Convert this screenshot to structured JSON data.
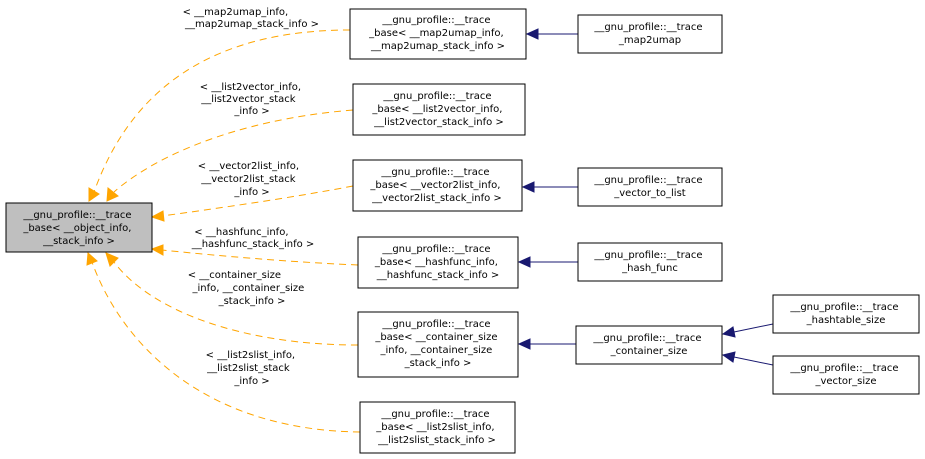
{
  "colors": {
    "root_fill": "#bfbfbf",
    "inherit_edge": "#191970",
    "template_edge": "#ffa500"
  },
  "nodes": {
    "root": {
      "lines": [
        "__gnu_profile::__trace",
        "_base< __object_info,",
        "__stack_info >"
      ]
    },
    "map2umap_base": {
      "lines": [
        "__gnu_profile::__trace",
        "_base< __map2umap_info,",
        "__map2umap_stack_info >"
      ]
    },
    "map2umap": {
      "lines": [
        "__gnu_profile::__trace",
        "_map2umap"
      ]
    },
    "list2vector_base": {
      "lines": [
        "__gnu_profile::__trace",
        "_base< __list2vector_info,",
        "__list2vector_stack_info >"
      ]
    },
    "vector2list_base": {
      "lines": [
        "__gnu_profile::__trace",
        "_base< __vector2list_info,",
        "__vector2list_stack_info >"
      ]
    },
    "vector_to_list": {
      "lines": [
        "__gnu_profile::__trace",
        "_vector_to_list"
      ]
    },
    "hashfunc_base": {
      "lines": [
        "__gnu_profile::__trace",
        "_base< __hashfunc_info,",
        "__hashfunc_stack_info >"
      ]
    },
    "hash_func": {
      "lines": [
        "__gnu_profile::__trace",
        "_hash_func"
      ]
    },
    "container_size_base": {
      "lines": [
        "__gnu_profile::__trace",
        "_base< __container_size",
        "_info, __container_size",
        "_stack_info >"
      ]
    },
    "container_size": {
      "lines": [
        "__gnu_profile::__trace",
        "_container_size"
      ]
    },
    "hashtable_size": {
      "lines": [
        "__gnu_profile::__trace",
        "_hashtable_size"
      ]
    },
    "vector_size": {
      "lines": [
        "__gnu_profile::__trace",
        "_vector_size"
      ]
    },
    "list2slist_base": {
      "lines": [
        "__gnu_profile::__trace",
        "_base< __list2slist_info,",
        "__list2slist_stack_info >"
      ]
    }
  },
  "edge_labels": {
    "map2umap": [
      "< __map2umap_info,",
      "__map2umap_stack_info >"
    ],
    "list2vector": [
      "< __list2vector_info,",
      "__list2vector_stack",
      "_info >"
    ],
    "vector2list": [
      "< __vector2list_info,",
      "__vector2list_stack",
      "_info >"
    ],
    "hashfunc": [
      "< __hashfunc_info,",
      "__hashfunc_stack_info >"
    ],
    "container_size": [
      "< __container_size",
      "_info, __container_size",
      "_stack_info >"
    ],
    "list2slist": [
      "< __list2slist_info,",
      "__list2slist_stack",
      "_info >"
    ]
  }
}
